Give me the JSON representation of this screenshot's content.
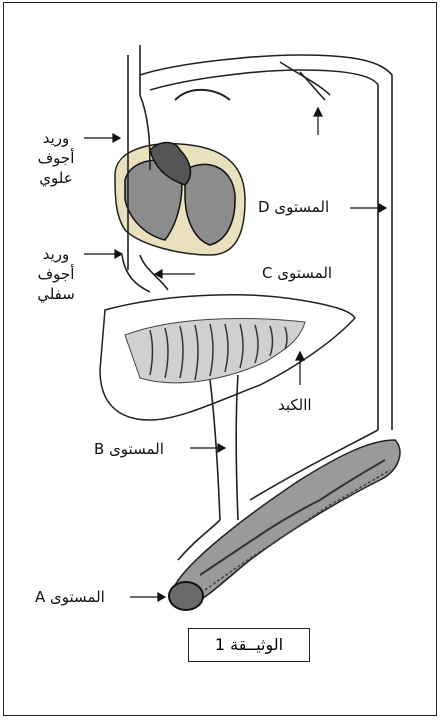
{
  "labels": {
    "svc": [
      "وريد",
      "أجوف",
      "علوي"
    ],
    "ivc": [
      "وريد",
      "أجوف",
      "سفلي"
    ],
    "level_d": "المستوى D",
    "level_c": "المستوى C",
    "level_b": "المستوى B",
    "level_a": "المستوى A",
    "liver": "االكبد"
  },
  "caption": "الوثيــقة 1",
  "colors": {
    "heart_tissue": "#8c8c8c",
    "heart_outer": "#e9e1bd",
    "liver_fill": "#d8d8d8",
    "intestine_fill": "#9a9a9a",
    "outline": "#222222"
  }
}
